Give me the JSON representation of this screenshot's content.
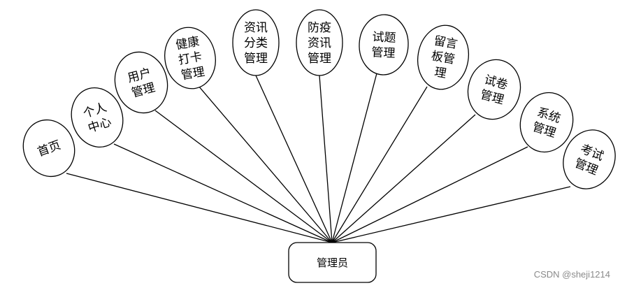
{
  "diagram": {
    "root": "管理员",
    "children": [
      {
        "id": "home",
        "lines": [
          "首页"
        ]
      },
      {
        "id": "personal",
        "lines": [
          "个人",
          "中心"
        ]
      },
      {
        "id": "users",
        "lines": [
          "用户",
          "管理"
        ]
      },
      {
        "id": "checkin",
        "lines": [
          "健康",
          "打卡",
          "管理"
        ]
      },
      {
        "id": "newscat",
        "lines": [
          "资讯",
          "分类",
          "管理"
        ]
      },
      {
        "id": "epidemic",
        "lines": [
          "防疫",
          "资讯",
          "管理"
        ]
      },
      {
        "id": "questions",
        "lines": [
          "试题",
          "管理"
        ]
      },
      {
        "id": "messages",
        "lines": [
          "留言",
          "板管",
          "理"
        ]
      },
      {
        "id": "papers",
        "lines": [
          "试卷",
          "管理"
        ]
      },
      {
        "id": "system",
        "lines": [
          "系统",
          "管理"
        ]
      },
      {
        "id": "exams",
        "lines": [
          "考试",
          "管理"
        ]
      }
    ]
  },
  "watermark": "CSDN @sheji1214"
}
